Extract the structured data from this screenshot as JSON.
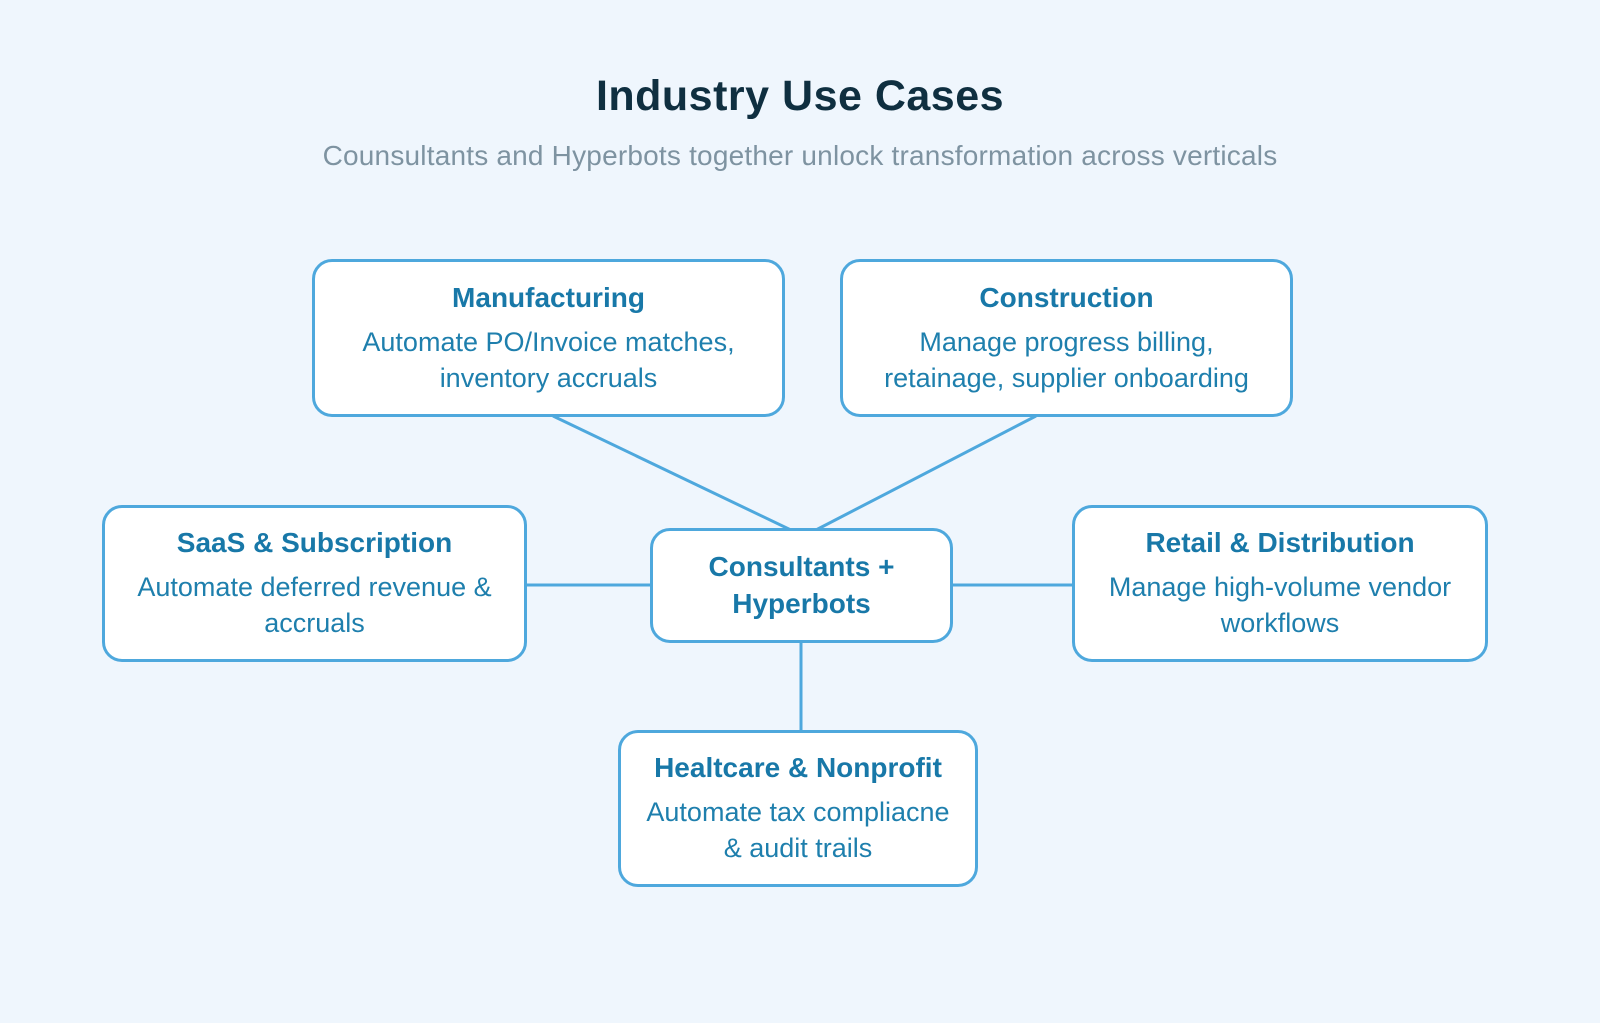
{
  "header": {
    "title": "Industry Use Cases",
    "subtitle": "Counsultants and Hyperbots together unlock transformation across verticals"
  },
  "diagram": {
    "center_node": {
      "id": "consultants-hyperbots",
      "title": "Consultants + Hyperbots"
    },
    "nodes": [
      {
        "id": "manufacturing",
        "title": "Manufacturing",
        "description": "Automate PO/Invoice matches, inventory accruals"
      },
      {
        "id": "construction",
        "title": "Construction",
        "description": "Manage progress billing, retainage, supplier onboarding"
      },
      {
        "id": "saas-subscription",
        "title": "SaaS & Subscription",
        "description": "Automate deferred revenue & accruals"
      },
      {
        "id": "retail-distribution",
        "title": "Retail & Distribution",
        "description": "Manage high-volume vendor workflows"
      },
      {
        "id": "healthcare-nonprofit",
        "title": "Healtcare & Nonprofit",
        "description": "Automate tax compliacne & audit trails"
      }
    ],
    "colors": {
      "background": "#eff6fd",
      "node_fill": "#ffffff",
      "node_border": "#4ea8dd",
      "connector": "#4ea8dd",
      "node_title_text": "#1878a8",
      "node_body_text": "#1e7fad",
      "page_title_text": "#0f2f40",
      "subtitle_text": "#7e93a1"
    }
  }
}
